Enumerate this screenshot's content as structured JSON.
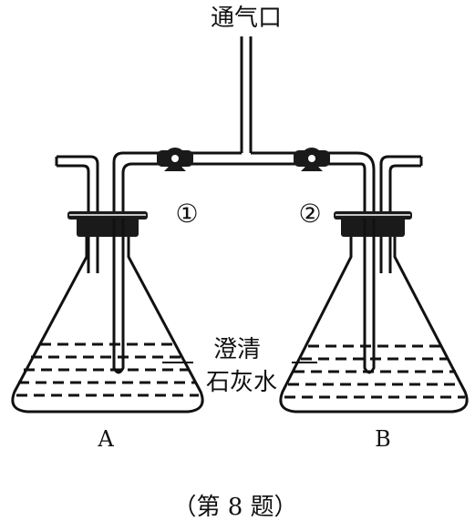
{
  "labels": {
    "inlet": "通气口",
    "valve_1": "①",
    "valve_2": "②",
    "reagent_line1": "澄清",
    "reagent_line2": "石灰水",
    "flask_a": "A",
    "flask_b": "B",
    "caption": "（第 8 题）"
  },
  "colors": {
    "stroke": "#111111",
    "stopper": "#1a1a1a",
    "background": "#ffffff"
  }
}
